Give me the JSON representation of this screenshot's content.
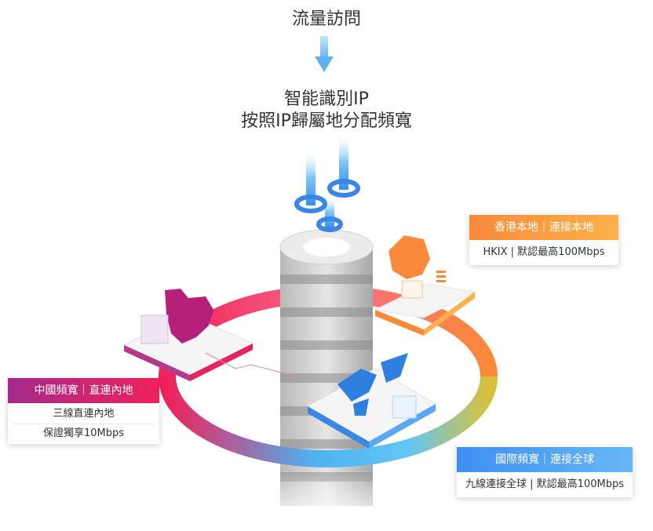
{
  "top_label": "流量訪問",
  "middle_label": {
    "line1": "智能識別IP",
    "line2": "按照IP歸屬地分配頻寬"
  },
  "cards": {
    "hk": {
      "title": "香港本地｜連接本地",
      "line1": "HKIX | 默認最高100Mbps",
      "color_start": "#f98a3a",
      "color_end": "#fbb24a"
    },
    "china": {
      "title": "中國頻寬｜直連內地",
      "line1": "三線直連內地",
      "line2": "保證獨享10Mbps",
      "color_start": "#a42a8c",
      "color_end": "#f0215a"
    },
    "intl": {
      "title": "國際頻寬｜連接全球",
      "line1": "九線連接全球 | 默認最高100Mbps",
      "color_start": "#3e8ff0",
      "color_end": "#67b8f6"
    }
  }
}
